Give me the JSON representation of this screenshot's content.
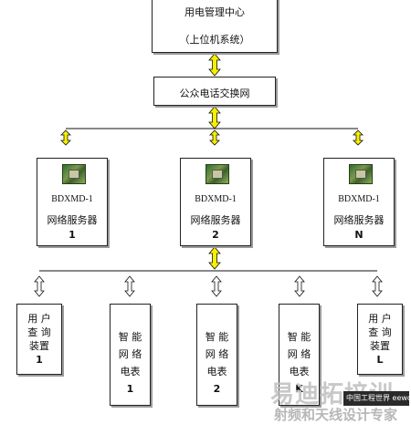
{
  "top": {
    "line1": "用电管理中心",
    "line2": "（上位机系统）"
  },
  "network": {
    "label": "公众电话交换网"
  },
  "servers": [
    {
      "model": "BDXMD-1",
      "name": "网络服务器",
      "id": "1"
    },
    {
      "model": "BDXMD-1",
      "name": "网络服务器",
      "id": "2"
    },
    {
      "model": "BDXMD-1",
      "name": "网络服务器",
      "id": "N"
    }
  ],
  "devices": [
    {
      "rows": [
        "用 户",
        "查 询",
        "装置",
        "1"
      ]
    },
    {
      "rows": [
        "智 能",
        "网 络",
        "电表",
        "1"
      ]
    },
    {
      "rows": [
        "智 能",
        "网 络",
        "电表",
        "2"
      ]
    },
    {
      "rows": [
        "智 能",
        "网 络",
        "电表",
        "K"
      ]
    },
    {
      "rows": [
        "用 户",
        "查 询",
        "装置",
        "L"
      ]
    }
  ],
  "watermark": {
    "main": "易迪拓培训",
    "sub": "射频和天线设计专家",
    "logo": "中国工程世界 eeworld.com.cn"
  },
  "colors": {
    "arrow_fill": "#f5f000",
    "arrow_stroke": "#111111",
    "hollow_arrow": "#ffffff"
  }
}
